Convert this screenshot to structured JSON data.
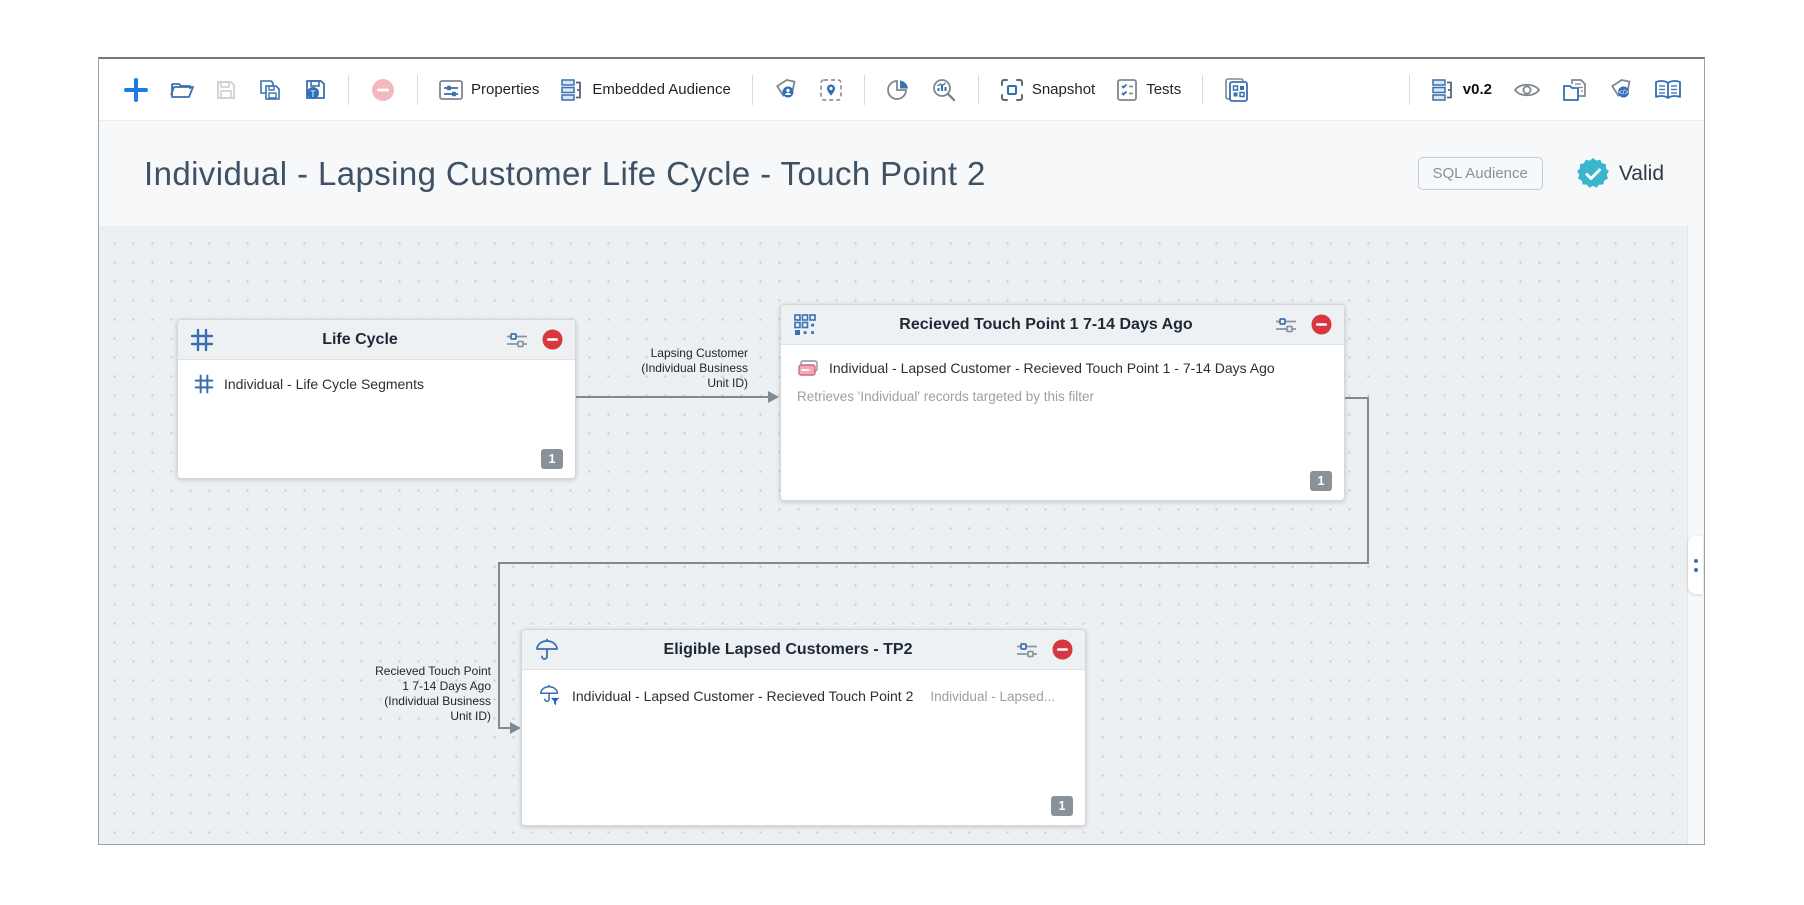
{
  "toolbar": {
    "properties_label": "Properties",
    "embedded_audience_label": "Embedded Audience",
    "snapshot_label": "Snapshot",
    "tests_label": "Tests",
    "version_label": "v0.2"
  },
  "header": {
    "title": "Individual - Lapsing Customer Life Cycle - Touch Point 2",
    "sql_audience_label": "SQL Audience",
    "valid_label": "Valid"
  },
  "canvas": {
    "nodes": [
      {
        "title": "Life Cycle",
        "icon": "grid-icon",
        "rows": [
          {
            "text": "Individual - Life Cycle Segments"
          }
        ],
        "count": "1"
      },
      {
        "title": "Recieved Touch Point 1 7-14 Days Ago",
        "icon": "segment-grid-icon",
        "rows": [
          {
            "text": "Individual - Lapsed Customer - Recieved Touch Point 1 - 7-14 Days Ago"
          }
        ],
        "description": "Retrieves 'Individual' records targeted by this filter",
        "count": "1"
      },
      {
        "title": "Eligible Lapsed Customers - TP2",
        "icon": "umbrella-icon",
        "rows": [
          {
            "text": "Individual - Lapsed Customer - Recieved Touch Point 2",
            "secondary": "Individual - Lapsed..."
          }
        ],
        "count": "1"
      }
    ],
    "edges": [
      {
        "label": "Lapsing Customer\n(Individual Business\nUnit ID)"
      },
      {
        "label": "Recieved Touch Point\n1 7-14 Days Ago\n(Individual Business\nUnit ID)"
      }
    ]
  },
  "colors": {
    "accent_blue": "#2f6fb5",
    "bright_blue": "#1e7be0",
    "valid_teal": "#3cb6cd",
    "remove_red": "#d7373f",
    "connector_gray": "#808a94",
    "canvas_bg": "#edf0f3",
    "node_header_bg": "#eef1f4",
    "badge_gray": "#8a9299",
    "title_text": "#3f5164"
  }
}
